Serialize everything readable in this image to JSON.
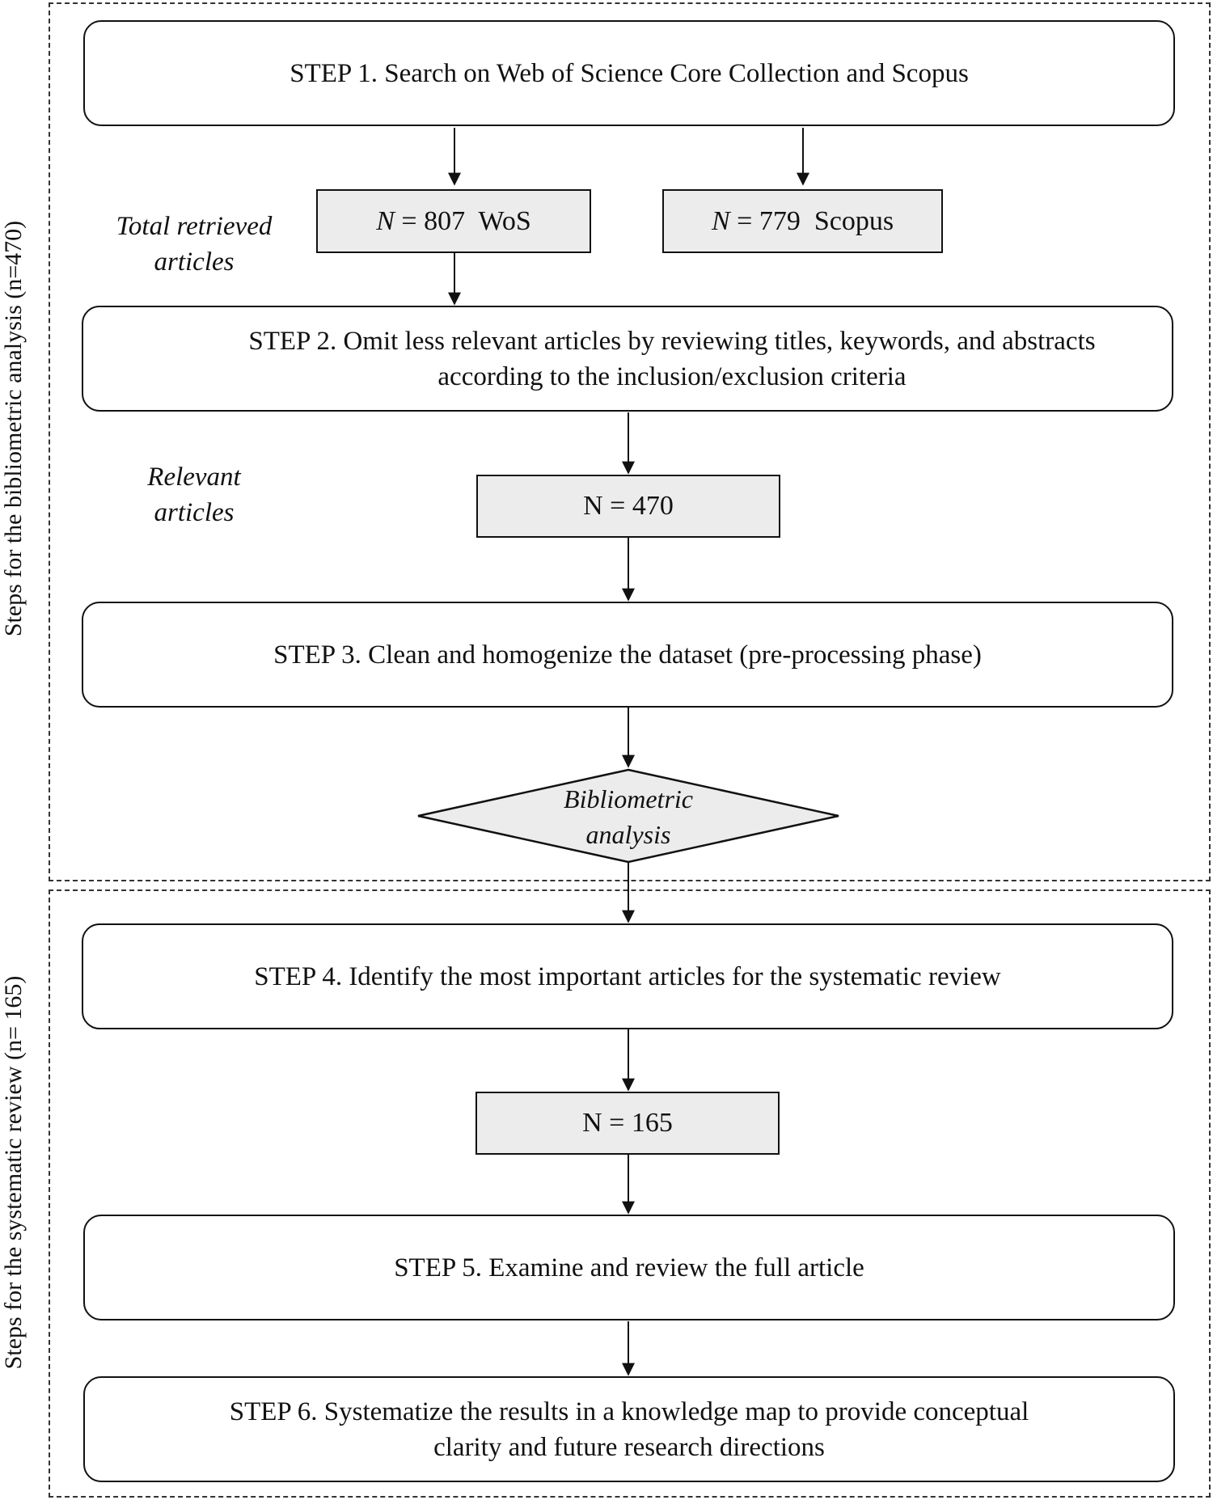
{
  "sections": {
    "bibliometric": "Steps for the bibliometric analysis (n=470)",
    "systematic": "Steps for the systematic review  (n= 165)"
  },
  "steps": {
    "step1": "STEP 1. Search on Web of Science Core Collection and Scopus",
    "step2_line1": "STEP 2. Omit less relevant articles by reviewing titles, keywords, and abstracts",
    "step2_line2": "according to the inclusion/exclusion criteria",
    "step3": "STEP 3. Clean and homogenize the dataset (pre-processing phase)",
    "step4": "STEP 4. Identify the most important articles for the systematic review",
    "step5": "STEP 5. Examine and review the full article",
    "step6_line1": "STEP 6. Systematize the results in a knowledge map to provide conceptual",
    "step6_line2": "clarity and future research directions"
  },
  "counts": {
    "wos_symbol": "N",
    "wos_value": " = 807  WoS",
    "scopus_symbol": "N",
    "scopus_value": " = 779  Scopus",
    "relevant": "N = 470",
    "selected": "N = 165"
  },
  "notes": {
    "retrieved_line1": "Total retrieved",
    "retrieved_line2": "articles",
    "relevant_line1": "Relevant",
    "relevant_line2": "articles"
  },
  "decision": {
    "line1": "Bibliometric",
    "line2": "analysis"
  }
}
